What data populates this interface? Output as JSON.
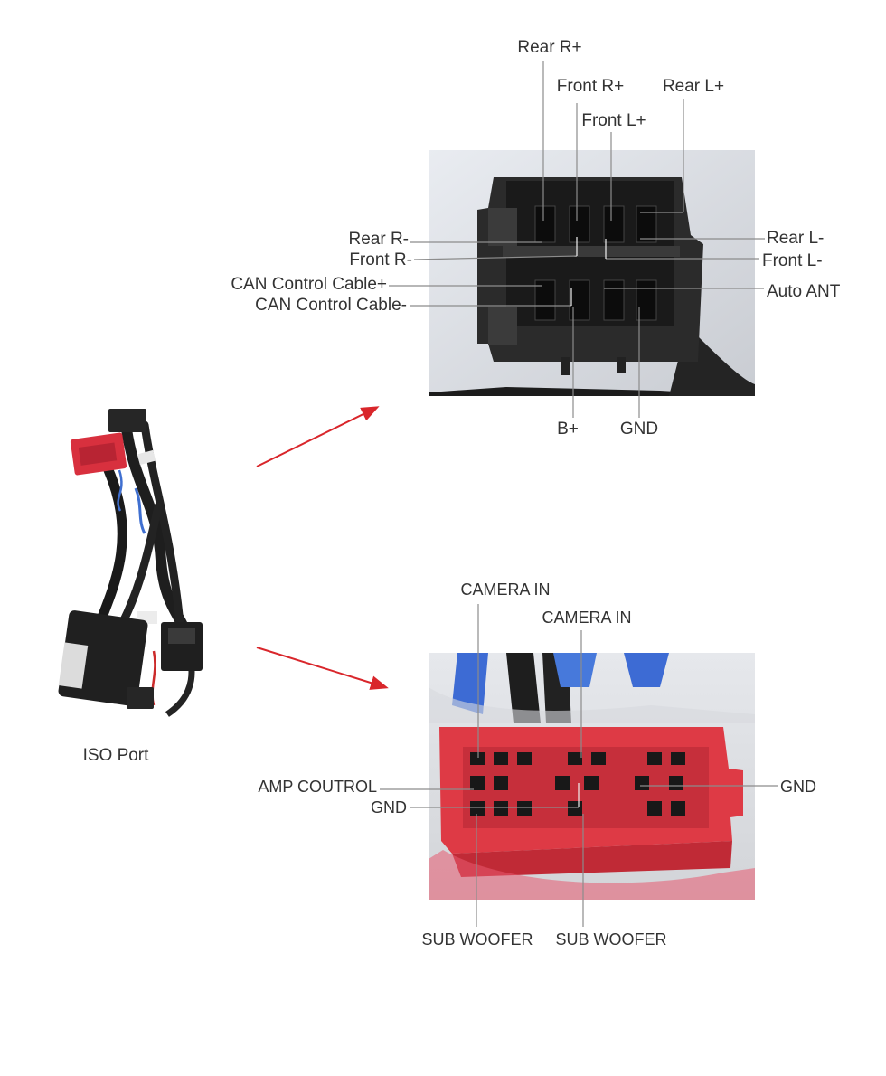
{
  "harness": {
    "caption": "ISO Port"
  },
  "iso_connector": {
    "pins": [
      "Rear R+",
      "Front R+",
      "Rear L+",
      "Front L+",
      "Rear R-",
      "Front R-",
      "Rear L-",
      "Front L-",
      "CAN Control Cable+",
      "CAN Control Cable-",
      "Auto ANT",
      "B+",
      "GND"
    ]
  },
  "red_connector": {
    "pins": [
      "CAMERA IN",
      "CAMERA IN",
      "AMP COUTROL",
      "GND",
      "GND",
      "SUB WOOFER",
      "SUB WOOFER"
    ]
  },
  "colors": {
    "arrow": "#d9262b",
    "leader_line": "#8c8c8c",
    "red_connector": "#de3a45",
    "black_connector": "#2b2b2b"
  }
}
